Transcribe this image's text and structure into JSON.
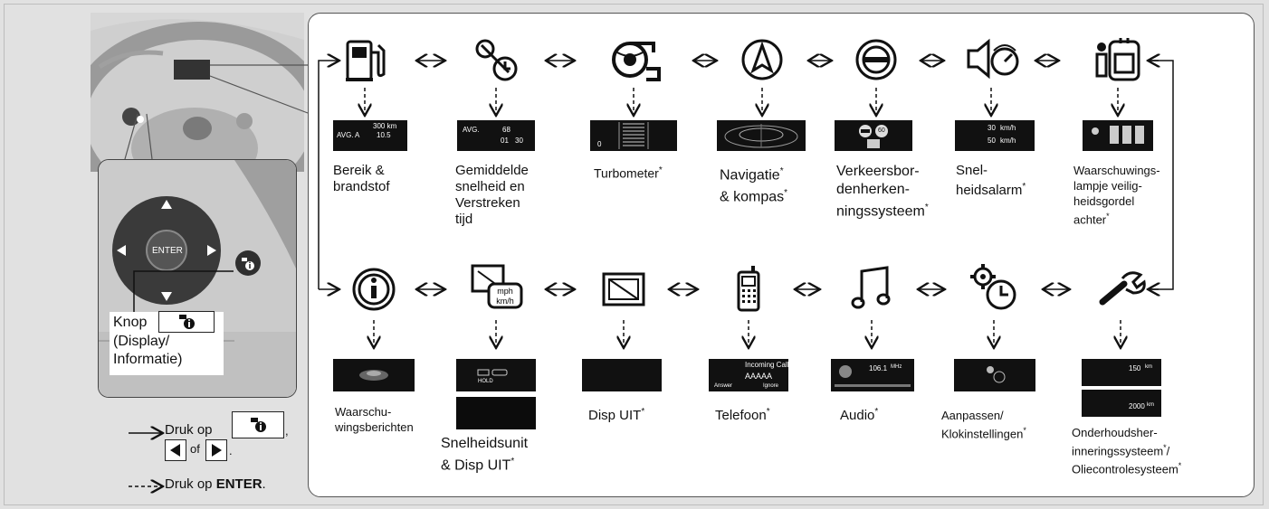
{
  "labels": {
    "range": "Bereik &\nbrandstof",
    "avg": "Gemiddelde\nsnelheid en\nVerstreken\ntijd",
    "turbo": "Turbometer",
    "nav": "Navigatie\n& kompas",
    "tsr": "Verkeersbor-\ndenherken-\nningssysteem",
    "speedalarm": "Snel-\nheidsalarm",
    "seatbelt": "Waarschuwings-\nlampje veilig-\nheidsgordel\nachter",
    "warnings": "Waarschu-\nwingsberichten",
    "speedunit": "Snelheidsunit\n& Disp UIT",
    "dispoff": "Disp UIT",
    "phone": "Telefoon",
    "audio": "Audio",
    "custom": "Aanpassen/\nKlokinstellingen",
    "maint": "Onderhoudsher-\ninneringssysteem",
    "maint2": "Oliecontrolesysteem"
  },
  "star": "*",
  "slash": "/",
  "knop": {
    "line1": "Knop",
    "line2": "(Display/",
    "line3": "Informatie)"
  },
  "enter_label": "ENTER",
  "legend": {
    "solid_text": "Druk op",
    "of_text": "of",
    "period": ".",
    "comma": ",",
    "dashed_text": "Druk op ",
    "enter": "ENTER",
    "enter_period": "."
  },
  "screens": {
    "range_top": "300 km",
    "range_avg": "AVG.",
    "range_val": "10.5",
    "range_a": "A",
    "avg_line1": "AVG.",
    "avg_kmh": "68",
    "avg_time": "01",
    "avg_time_unit": "30",
    "turbo_zero": "0",
    "speed1": "30",
    "speed2": "50",
    "kmh": "km/h",
    "phone_title": "Incoming Call",
    "phone_name": "AAAAA",
    "phone_answer": "Answer",
    "phone_ignore": "Ignore",
    "audio_freq": "106.1",
    "audio_unit": "MHz",
    "maint_val": "150",
    "maint_unit": "km",
    "oil_val": "2000",
    "oil_unit": "km",
    "hold": "HOLD",
    "mph": "mph",
    "kmh2": "km/h",
    "speedlimit": "60"
  },
  "colors": {
    "panel_border": "#555555",
    "background": "#e1e1e1"
  }
}
